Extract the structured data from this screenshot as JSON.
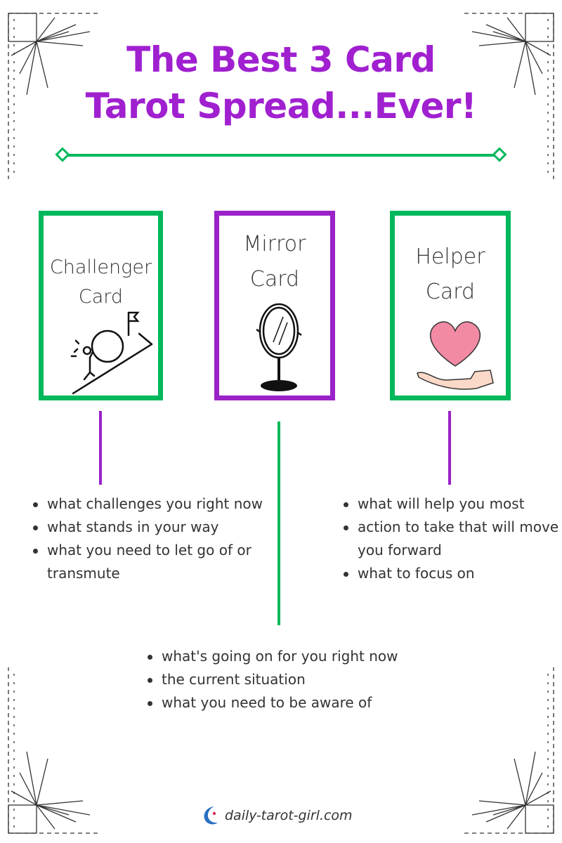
{
  "title": {
    "line1": "The Best 3 Card",
    "line2": "Tarot Spread...Ever!"
  },
  "colors": {
    "green": "#00b85c",
    "purple": "#9a22c8",
    "title": "#a020d0"
  },
  "cards": [
    {
      "line1": "Challenger",
      "line2": "Card",
      "icon": "climbing-figure-icon"
    },
    {
      "line1": "Mirror",
      "line2": "Card",
      "icon": "mirror-icon"
    },
    {
      "line1": "Helper",
      "line2": "Card",
      "icon": "heart-hand-icon"
    }
  ],
  "challenger_points": [
    "what challenges you right now",
    "what stands in your way",
    "what you need to let go of or transmute"
  ],
  "helper_points": [
    "what will help you most",
    "action to take that will move you forward",
    "what to focus on"
  ],
  "mirror_points": [
    "what's going on for you right now",
    "the current situation",
    "what you need to be aware of"
  ],
  "footer": {
    "text": "daily-tarot-girl.com",
    "icon": "moon-logo-icon"
  }
}
